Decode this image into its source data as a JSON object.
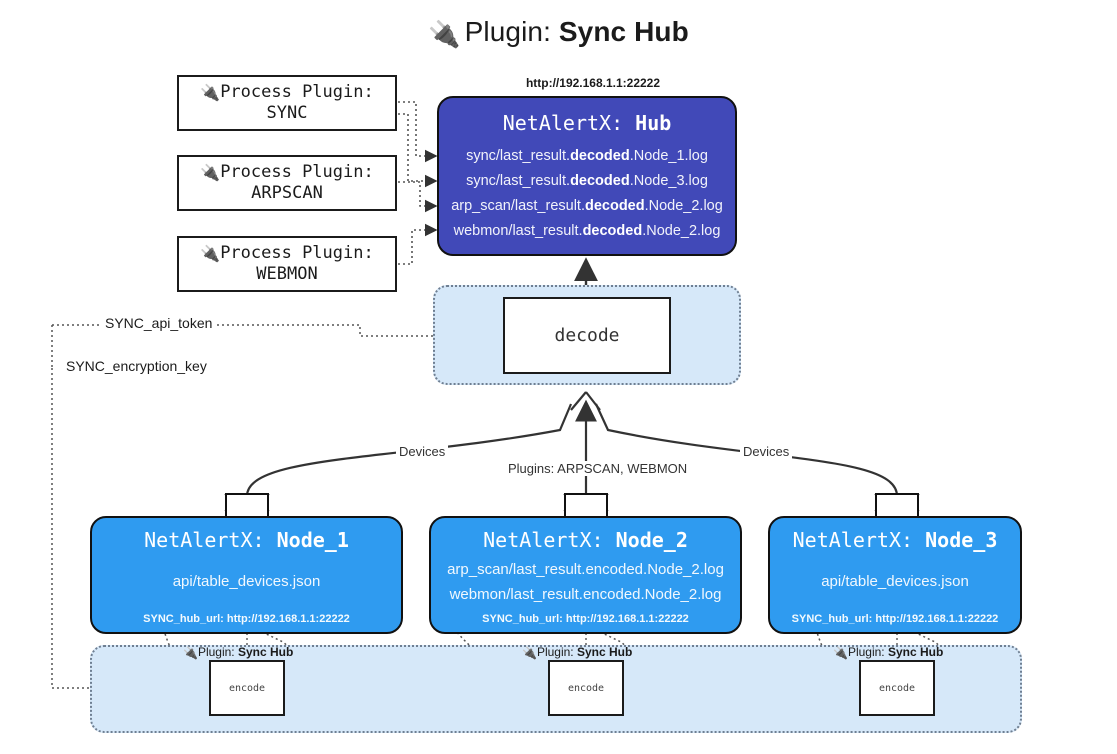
{
  "title": {
    "icon": "plug-icon",
    "glyph": "🔌",
    "prefix": "Plugin:",
    "name": "Sync Hub"
  },
  "colors": {
    "hub_fill": "#4149b8",
    "node_fill": "#2f9bf0",
    "container_fill": "#d6e8f9",
    "border": "#111111",
    "edge": "#333333"
  },
  "process_plugins": [
    {
      "line1": "Process Plugin:",
      "line2": "SYNC"
    },
    {
      "line1": "Process Plugin:",
      "line2": "ARPSCAN"
    },
    {
      "line1": "Process Plugin:",
      "line2": "WEBMON"
    }
  ],
  "hub": {
    "url": "http://192.168.1.1:22222",
    "title_prefix": "NetAlertX:",
    "title_name": "Hub",
    "lines": [
      {
        "pre": "sync/last_result.",
        "bold": "decoded",
        "post": ".Node_1.log"
      },
      {
        "pre": "sync/last_result.",
        "bold": "decoded",
        "post": ".Node_3.log"
      },
      {
        "pre": "arp_scan/last_result.",
        "bold": "decoded",
        "post": ".Node_2.log"
      },
      {
        "pre": "webmon/last_result.",
        "bold": "decoded",
        "post": ".Node_2.log"
      }
    ]
  },
  "decode": {
    "label": "decode"
  },
  "keys": {
    "api_token": "SYNC_api_token",
    "encryption_key": "SYNC_encryption_key"
  },
  "edges": {
    "devices_left": "Devices",
    "devices_right": "Devices",
    "plugins_center": "Plugins: ARPSCAN, WEBMON"
  },
  "nodes": [
    {
      "title_prefix": "NetAlertX:",
      "title_name": "Node_1",
      "lines": [
        "api/table_devices.json"
      ],
      "footer": "SYNC_hub_url: http://192.168.1.1:22222"
    },
    {
      "title_prefix": "NetAlertX:",
      "title_name": "Node_2",
      "lines": [
        "arp_scan/last_result.encoded.Node_2.log",
        "webmon/last_result.encoded.Node_2.log"
      ],
      "footer": "SYNC_hub_url: http://192.168.1.1:22222"
    },
    {
      "title_prefix": "NetAlertX:",
      "title_name": "Node_3",
      "lines": [
        "api/table_devices.json"
      ],
      "footer": "SYNC_hub_url: http://192.168.1.1:22222"
    }
  ],
  "encoders": [
    {
      "caption_prefix": "Plugin:",
      "caption_name": "Sync Hub",
      "label": "encode"
    },
    {
      "caption_prefix": "Plugin:",
      "caption_name": "Sync Hub",
      "label": "encode"
    },
    {
      "caption_prefix": "Plugin:",
      "caption_name": "Sync Hub",
      "label": "encode"
    }
  ]
}
